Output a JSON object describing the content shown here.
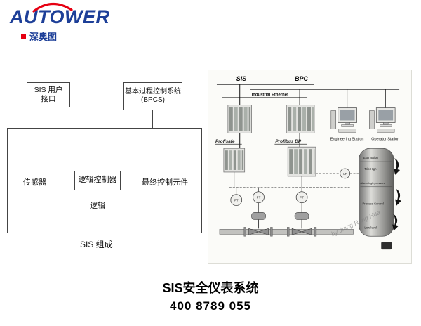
{
  "logo": {
    "brand": "AUTOWER",
    "chinese": "深奥图"
  },
  "diagram": {
    "user_line1": "SIS 用户",
    "user_line2": "接口",
    "bpcs_line1": "基本过程控制系统",
    "bpcs_line2": "(BPCS)",
    "sensor": "传感器",
    "controller": "逻辑控制器",
    "final": "最终控制元件",
    "logic": "逻辑",
    "caption": "SIS 组成"
  },
  "figure": {
    "sis": "SIS",
    "bpc": "BPC",
    "industrial_ethernet": "Industrial Ethernet",
    "profisafe": "Profisafe",
    "profibus_dp": "Profibus DP",
    "engineering_station": "Engineering Station",
    "operator_station": "Operator Station",
    "tank": {
      "esd": "ESD action",
      "trip": "Trip High",
      "alarm": "Alarm high pressure",
      "process": "Process Control",
      "low": "Low level"
    },
    "tags": {
      "t1": "PT",
      "t2": "PT",
      "t3": "PT",
      "t4": "LT"
    },
    "watermark": "by Jiang Rong Hua"
  },
  "footer": {
    "title": "SIS安全仪表系统",
    "phone": "400 8789 055"
  },
  "colors": {
    "brand_blue": "#1d3f98",
    "brand_red": "#e60012"
  }
}
